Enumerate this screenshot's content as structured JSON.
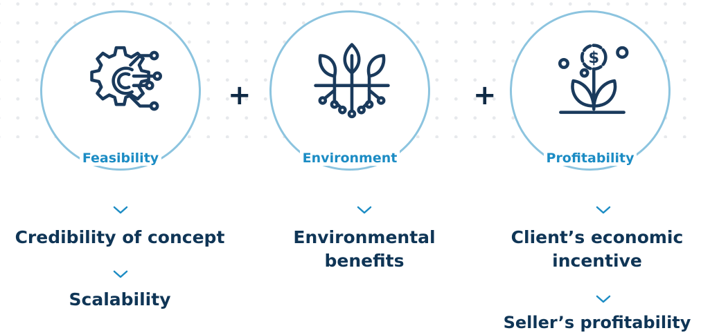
{
  "colors": {
    "accent": "#1c8cc4",
    "circle_border": "#8cc4df",
    "text_dark": "#0f3556",
    "plus": "#0f2a45"
  },
  "operators": {
    "plus_1": "+",
    "plus_2": "+"
  },
  "pillars": [
    {
      "label": "Feasibility",
      "icon": "gear-circuit-icon",
      "outcomes": [
        "Credibility of concept",
        "Scalability"
      ]
    },
    {
      "label": "Environment",
      "icon": "plant-network-icon",
      "outcomes": [
        "Environmental",
        "benefits"
      ]
    },
    {
      "label": "Profitability",
      "icon": "money-plant-icon",
      "outcomes": [
        "Client’s economic",
        "incentive",
        "Seller’s profitability"
      ]
    }
  ]
}
